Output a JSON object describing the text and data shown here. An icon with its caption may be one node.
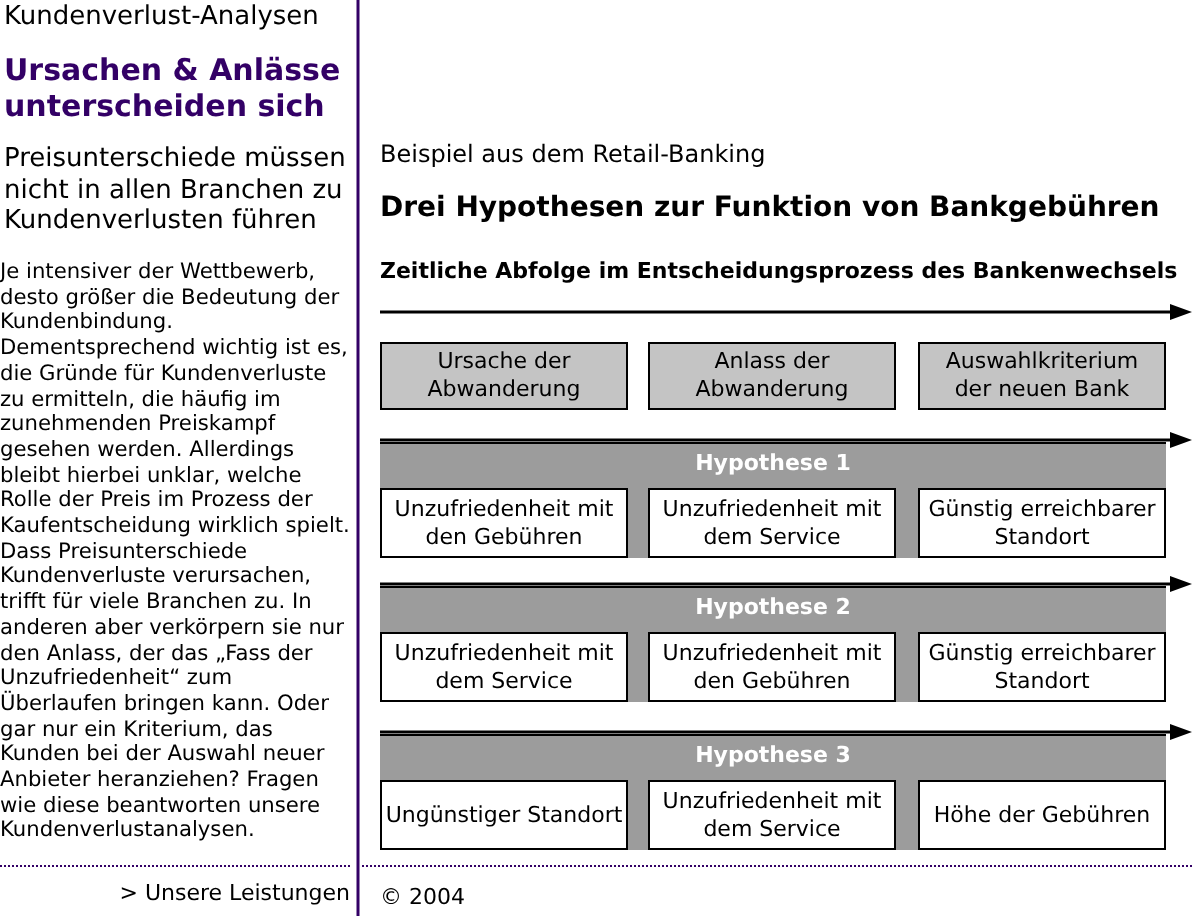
{
  "diagram": {
    "title": "Drei Hypothesen zur Funktion von Bankgebühren",
    "nodes": [
      {
        "text": [
          "Ursache der Abwanderung"
        ]
      },
      {
        "text": [
          "Anlass der Abwanderung"
        ]
      },
      {
        "text": [
          "Auswahlkriterium der neuen Bank"
        ]
      },
      {
        "text": [
          "Hypothese 1"
        ]
      },
      {
        "text": [
          "Unzufriedenheit mit den Gebühren"
        ],
        "in": 3
      },
      {
        "text": [
          "Unzufriedenheit mit dem Service"
        ],
        "in": 3
      },
      {
        "text": [
          "Günstig erreichbarer Standort"
        ],
        "in": 3
      },
      {
        "text": [
          "Hypothese 2"
        ]
      },
      {
        "text": [
          "Unzufriedenheit mit dem Service"
        ],
        "in": 7
      },
      {
        "text": [
          "Unzufriedenheit mit den Gebühren"
        ],
        "in": 7
      },
      {
        "text": [
          "Günstig erreichbarer Standort"
        ],
        "in": 7
      },
      {
        "text": [
          "Hypothese 3"
        ]
      },
      {
        "text": [
          "Ungünstiger Standort"
        ],
        "in": 11
      },
      {
        "text": [
          "Unzufriedenheit mit dem Service"
        ],
        "in": 11
      },
      {
        "text": [
          "Höhe der Gebühren"
        ],
        "in": 11
      }
    ],
    "edges": [],
    "labels": [
      "Kundenverlust-Analysen",
      "Ursachen & Anlässe unterscheiden sich",
      "Preisunterschiede müssen nicht in allen Branchen zu Kundenverlusten führen",
      "Je intensiver der Wettbewerb, desto größer die Bedeutung der Kundenbindung. Dementsprechend wichtig ist es, die Gründe für Kundenverluste zu ermitteln, die häufig im zunehmenden Preiskampf gesehen werden. Allerdings bleibt hierbei unklar, welche Rolle der Preis im Prozess der Kaufentscheidung wirklich spielt. Dass Preisunterschiede Kundenverluste verursachen, trifft für viele Branchen zu. In anderen aber verkörpern sie nur den Anlass, der das „Fass der Unzufriedenheit“ zum Überlaufen bringen kann. Oder gar nur ein Kriterium, das Kunden bei der Auswahl neuer Anbieter heranziehen? Fragen wie diese beantworten unsere Kundenverlustanalysen.",
      "> Unsere Leistungen",
      "Beispiel aus dem Retail-Banking",
      "Zeitliche Abfolge im Entscheidungsprozess des Bankenwechsels",
      "© 2004"
    ]
  }
}
